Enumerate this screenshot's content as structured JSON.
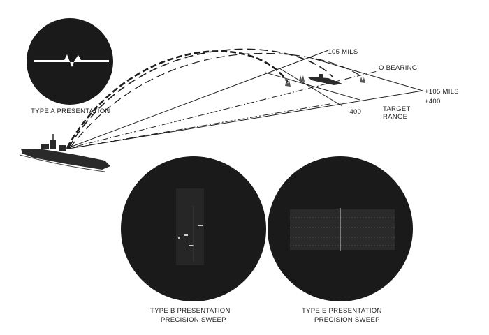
{
  "labels": {
    "type_a": "TYPE A PRESENTATION",
    "minus_105": "-105 MILS",
    "zero_bearing": "O BEARING",
    "plus_105": "+105 MILS",
    "plus_400": "+400",
    "minus_400": "-400",
    "target_line1": "TARGET",
    "target_line2": "RANGE",
    "type_b_line1": "TYPE B PRESENTATION",
    "type_b_line2": "PRECISION SWEEP",
    "type_e_line1": "TYPE E PRESENTATION",
    "type_e_line2": "PRECISION SWEEP"
  },
  "colors": {
    "scope_face": "#1a1a1a",
    "ink": "#1e1e1e",
    "trace": "#ffffff"
  }
}
